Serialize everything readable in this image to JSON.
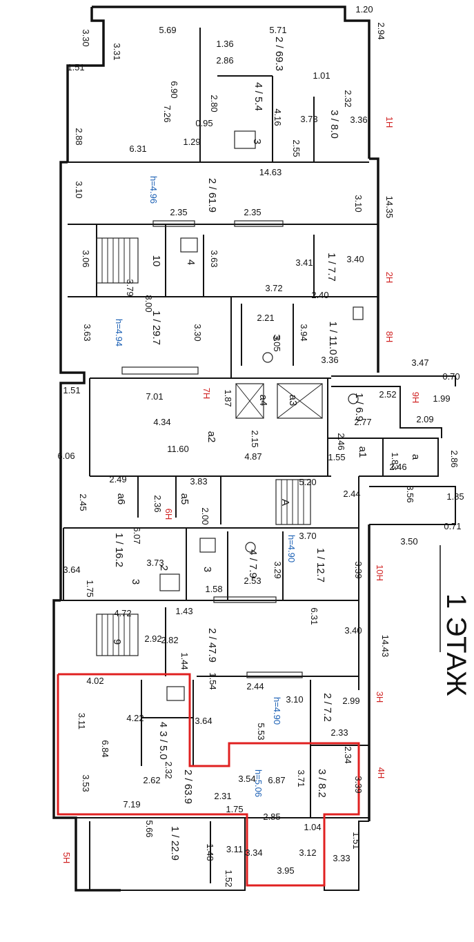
{
  "colors": {
    "walls": "#111111",
    "highlight": "#e02020",
    "height_text": "#1a5fb4",
    "unit_code": "#d02020"
  },
  "floor_title": "1 ЭТАЖ",
  "dimensions": [
    "1.20",
    "2.94",
    "3.30",
    "5.69",
    "5.71",
    "3.31",
    "1.36",
    "2.86",
    "1.51",
    "6.90",
    "1.01",
    "2.32",
    "2.80",
    "4.16",
    "3.73",
    "3.36",
    "7.26",
    "0.95",
    "2.88",
    "1.29",
    "2.55",
    "6.31",
    "14.63",
    "3.10",
    "3.10",
    "14.35",
    "2.35",
    "2.35",
    "3.06",
    "3.63",
    "3.41",
    "3.40",
    "3.79",
    "3.72",
    "8.00",
    "2.40",
    "2.21",
    "3.05",
    "3.63",
    "3.30",
    "3.94",
    "3.36",
    "3.47",
    "0.70",
    "1.51",
    "1.87",
    "2.52",
    "1.99",
    "7.01",
    "2.09",
    "4.34",
    "2.15",
    "2.77",
    "6.06",
    "11.60",
    "4.87",
    "2.46",
    "1.55",
    "1.83",
    "2.86",
    "2.46",
    "2.49",
    "3.83",
    "5.20",
    "2.45",
    "2.36",
    "3.56",
    "2.44",
    "1.85",
    "2.00",
    "0.71",
    "6.07",
    "3.70",
    "3.50",
    "3.64",
    "3.73",
    "3.29",
    "3.39",
    "1.75",
    "2.53",
    "1.58",
    "1.43",
    "6.31",
    "4.72",
    "2.92",
    "2.82",
    "3.40",
    "14.43",
    "1.44",
    "4.02",
    "1.54",
    "2.44",
    "3.10",
    "2.99",
    "3.11",
    "4.22",
    "3.64",
    "5.53",
    "2.33",
    "6.84",
    "2.32",
    "3.54",
    "6.87",
    "3.71",
    "2.34",
    "3.53",
    "2.62",
    "2.31",
    "3.39",
    "7.19",
    "1.75",
    "2.85",
    "1.04",
    "5.66",
    "1.48",
    "3.11",
    "3.34",
    "3.12",
    "1.51",
    "3.33",
    "1.52",
    "3.95"
  ],
  "room_areas": [
    "2 / 69.3",
    "4 / 5.4",
    "3 / 8.0",
    "3",
    "2 / 61.9",
    "10",
    "4",
    "1 / 7.7",
    "1 / 29.7",
    "3",
    "1 / 11.0",
    "a4",
    "a3",
    "1 / 6.9",
    "a2",
    "a1",
    "a",
    "a6",
    "a5",
    "A",
    "1 / 16.2",
    "3",
    "2",
    "4 / 7.9",
    "3",
    "1 / 12.7",
    "9",
    "2 / 47.9",
    "4",
    "3 / 5.0",
    "2 / 7.2",
    "2 / 63.9",
    "3 / 8.2",
    "1 / 22.9"
  ],
  "heights": [
    "h=4.96",
    "h=4.94",
    "h=4.90",
    "h=4.90",
    "h=5.06"
  ],
  "unit_codes": [
    "1Н",
    "2Н",
    "8Н",
    "9Н",
    "7Н",
    "6Н",
    "10Н",
    "3Н",
    "4Н",
    "5Н"
  ]
}
